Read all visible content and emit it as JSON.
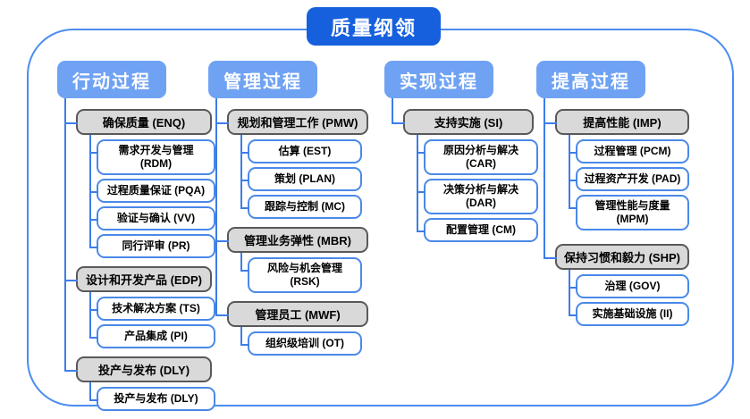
{
  "title": "质量纲领",
  "colors": {
    "title_bg": "#1660dd",
    "header_bg": "#6fa2f3",
    "line": "#3d7de8",
    "frame_border": "#4a8cf0",
    "parent_bg": "#d9d9d9",
    "parent_border": "#595959",
    "child_border": "#4a89e8"
  },
  "columns": [
    {
      "header": "行动过程",
      "groups": [
        {
          "label": "确保质量 (ENQ)",
          "code": "ENQ",
          "children": [
            {
              "label": "需求开发与管理 (RDM)",
              "code": "RDM"
            },
            {
              "label": "过程质量保证 (PQA)",
              "code": "PQA"
            },
            {
              "label": "验证与确认 (VV)",
              "code": "VV"
            },
            {
              "label": "同行评审 (PR)",
              "code": "PR"
            }
          ]
        },
        {
          "label": "设计和开发产品 (EDP)",
          "code": "EDP",
          "children": [
            {
              "label": "技术解决方案 (TS)",
              "code": "TS"
            },
            {
              "label": "产品集成 (PI)",
              "code": "PI"
            }
          ]
        },
        {
          "label": "投产与发布 (DLY)",
          "code": "DLY",
          "children": [
            {
              "label": "投产与发布 (DLY)",
              "code": "DLY"
            }
          ]
        }
      ]
    },
    {
      "header": "管理过程",
      "groups": [
        {
          "label": "规划和管理工作 (PMW)",
          "code": "PMW",
          "children": [
            {
              "label": "估算 (EST)",
              "code": "EST"
            },
            {
              "label": "策划 (PLAN)",
              "code": "PLAN"
            },
            {
              "label": "跟踪与控制 (MC)",
              "code": "MC"
            }
          ]
        },
        {
          "label": "管理业务弹性 (MBR)",
          "code": "MBR",
          "children": [
            {
              "label": "风险与机会管理 (RSK)",
              "code": "RSK"
            }
          ]
        },
        {
          "label": "管理员工 (MWF)",
          "code": "MWF",
          "children": [
            {
              "label": "组织级培训 (OT)",
              "code": "OT"
            }
          ]
        }
      ]
    },
    {
      "header": "实现过程",
      "groups": [
        {
          "label": "支持实施 (SI)",
          "code": "SI",
          "children": [
            {
              "label": "原因分析与解决 (CAR)",
              "code": "CAR"
            },
            {
              "label": "决策分析与解决 (DAR)",
              "code": "DAR"
            },
            {
              "label": "配置管理 (CM)",
              "code": "CM"
            }
          ]
        }
      ]
    },
    {
      "header": "提高过程",
      "groups": [
        {
          "label": "提高性能 (IMP)",
          "code": "IMP",
          "children": [
            {
              "label": "过程管理 (PCM)",
              "code": "PCM"
            },
            {
              "label": "过程资产开发 (PAD)",
              "code": "PAD"
            },
            {
              "label": "管理性能与度量 (MPM)",
              "code": "MPM"
            }
          ]
        },
        {
          "label": "保持习惯和毅力 (SHP)",
          "code": "SHP",
          "children": [
            {
              "label": "治理 (GOV)",
              "code": "GOV"
            },
            {
              "label": "实施基础设施 (II)",
              "code": "II"
            }
          ]
        }
      ]
    }
  ]
}
